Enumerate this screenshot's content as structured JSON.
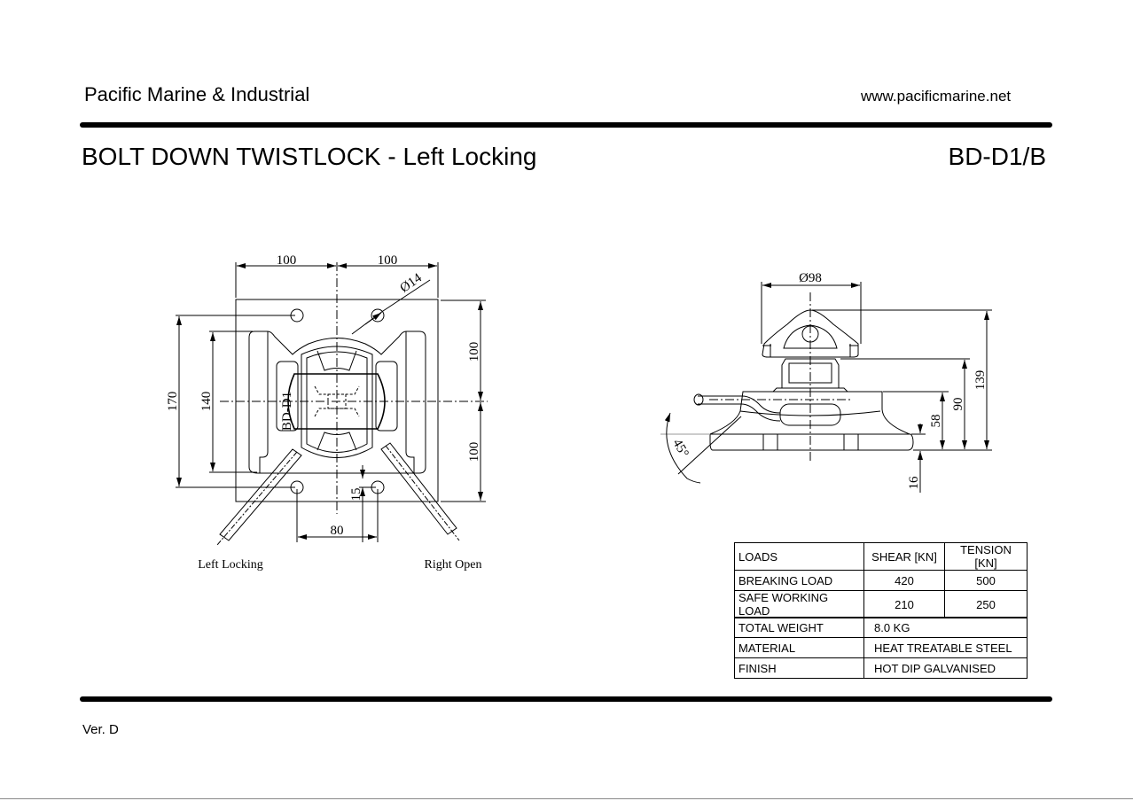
{
  "header": {
    "company": "Pacific Marine  & Industrial",
    "website": "www.pacificmarine.net"
  },
  "title": {
    "product": "BOLT DOWN TWISTLOCK - Left Locking",
    "code": "BD-D1/B"
  },
  "top_view": {
    "dims": {
      "left_half": "100",
      "right_half": "100",
      "hole_dia": "Ø14",
      "outer_height": "170",
      "inner_height": "140",
      "upper_half": "100",
      "lower_half": "100",
      "hole_spacing": "80",
      "offset": "15"
    },
    "part_mark": "BD-D1",
    "handle_labels": {
      "left": "Left Locking",
      "right": "Right Open"
    }
  },
  "side_view": {
    "dims": {
      "head_dia": "Ø98",
      "total_height": "139",
      "height_90": "90",
      "height_58": "58",
      "plate_thickness": "16",
      "angle": "45°"
    }
  },
  "loads_table": {
    "headers": [
      "LOADS",
      "SHEAR [KN]",
      "TENSION [KN]"
    ],
    "rows": [
      [
        "BREAKING LOAD",
        "420",
        "500"
      ],
      [
        "SAFE WORKING LOAD",
        "210",
        "250"
      ]
    ]
  },
  "properties_table": {
    "rows": [
      [
        "TOTAL WEIGHT",
        "8.0 KG"
      ],
      [
        "MATERIAL",
        "HEAT TREATABLE STEEL"
      ],
      [
        "FINISH",
        "HOT DIP GALVANISED"
      ]
    ]
  },
  "footer": {
    "version": "Ver. D"
  }
}
